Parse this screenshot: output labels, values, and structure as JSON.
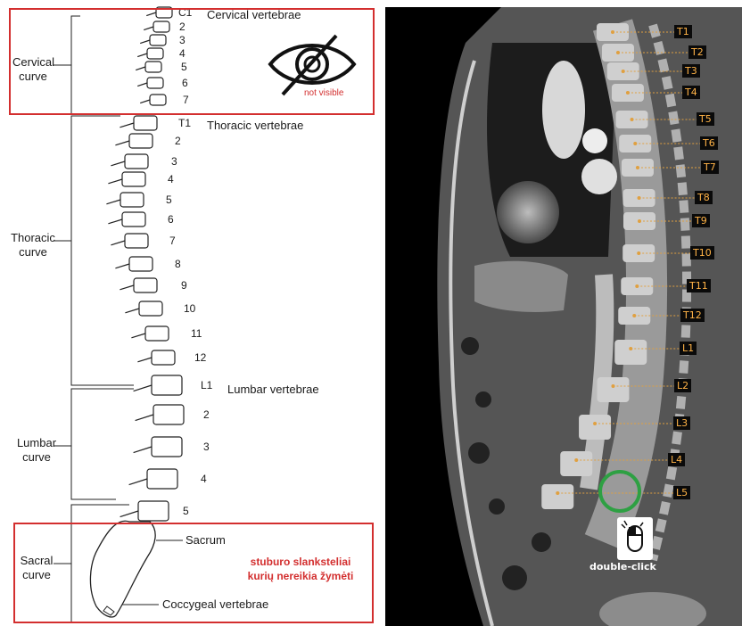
{
  "left": {
    "regions": {
      "cervical_vertebrae": "Cervical vertebrae",
      "thoracic_vertebrae": "Thoracic vertebrae",
      "lumbar_vertebrae": "Lumbar vertebrae",
      "sacrum": "Sacrum",
      "coccygeal_vertebrae": "Coccygeal vertebrae"
    },
    "curves": {
      "cervical_l1": "Cervical",
      "cervical_l2": "curve",
      "thoracic_l1": "Thoracic",
      "thoracic_l2": "curve",
      "lumbar_l1": "Lumbar",
      "lumbar_l2": "curve",
      "sacral_l1": "Sacral",
      "sacral_l2": "curve"
    },
    "cervical_numbers": [
      "C1",
      "2",
      "3",
      "4",
      "5",
      "6",
      "7"
    ],
    "thoracic_numbers": [
      "T1",
      "2",
      "3",
      "4",
      "5",
      "6",
      "7",
      "8",
      "9",
      "10",
      "11",
      "12"
    ],
    "lumbar_numbers": [
      "L1",
      "2",
      "3",
      "4",
      "5"
    ],
    "not_visible": "not visible",
    "warning_line1": "stuburo slanksteliai",
    "warning_line2": "kurių nereikia žymėti",
    "colors": {
      "box": "#d32f2f",
      "label_text": "#ffb347",
      "circle": "#2ea043"
    }
  },
  "right": {
    "vertebra_labels": [
      "T1",
      "T2",
      "T3",
      "T4",
      "T5",
      "T6",
      "T7",
      "T8",
      "T9",
      "T10",
      "T11",
      "T12",
      "L1",
      "L2",
      "L3",
      "L4",
      "L5"
    ],
    "double_click": "double-click",
    "mouse_icon": "mouse-double-click-icon"
  }
}
